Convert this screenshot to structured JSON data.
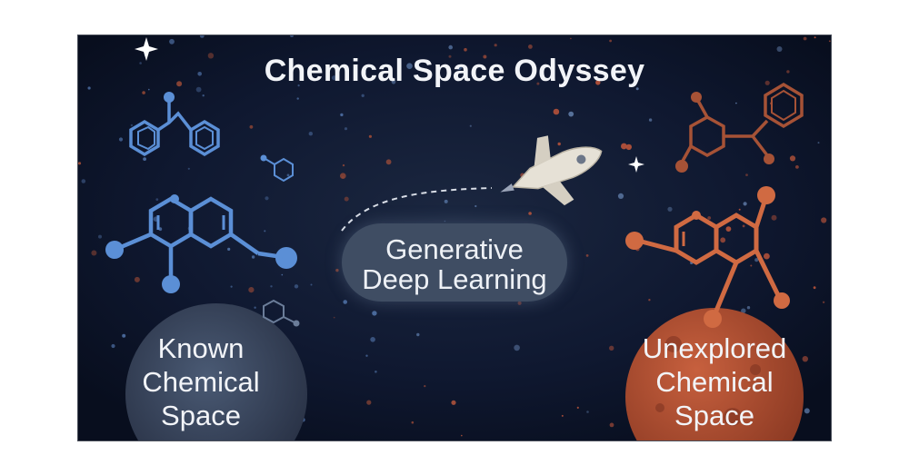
{
  "title": "Chemical Space Odyssey",
  "center": {
    "line1": "Generative",
    "line2": "Deep Learning"
  },
  "left_planet": {
    "line1": "Known",
    "line2": "Chemical",
    "line3": "Space"
  },
  "right_planet": {
    "line1": "Unexplored",
    "line2": "Chemical",
    "line3": "Space"
  },
  "colors": {
    "background": "#0b1326",
    "known_molecules": "#5b8fd6",
    "unexplored_molecules": "#c65a36",
    "pill": "#3f4d63",
    "rocket": "#e6e1d6",
    "text": "#f2f4f8"
  },
  "icons": [
    "sparkle-icon",
    "rocket-icon",
    "molecule-icon",
    "planet-icon"
  ]
}
